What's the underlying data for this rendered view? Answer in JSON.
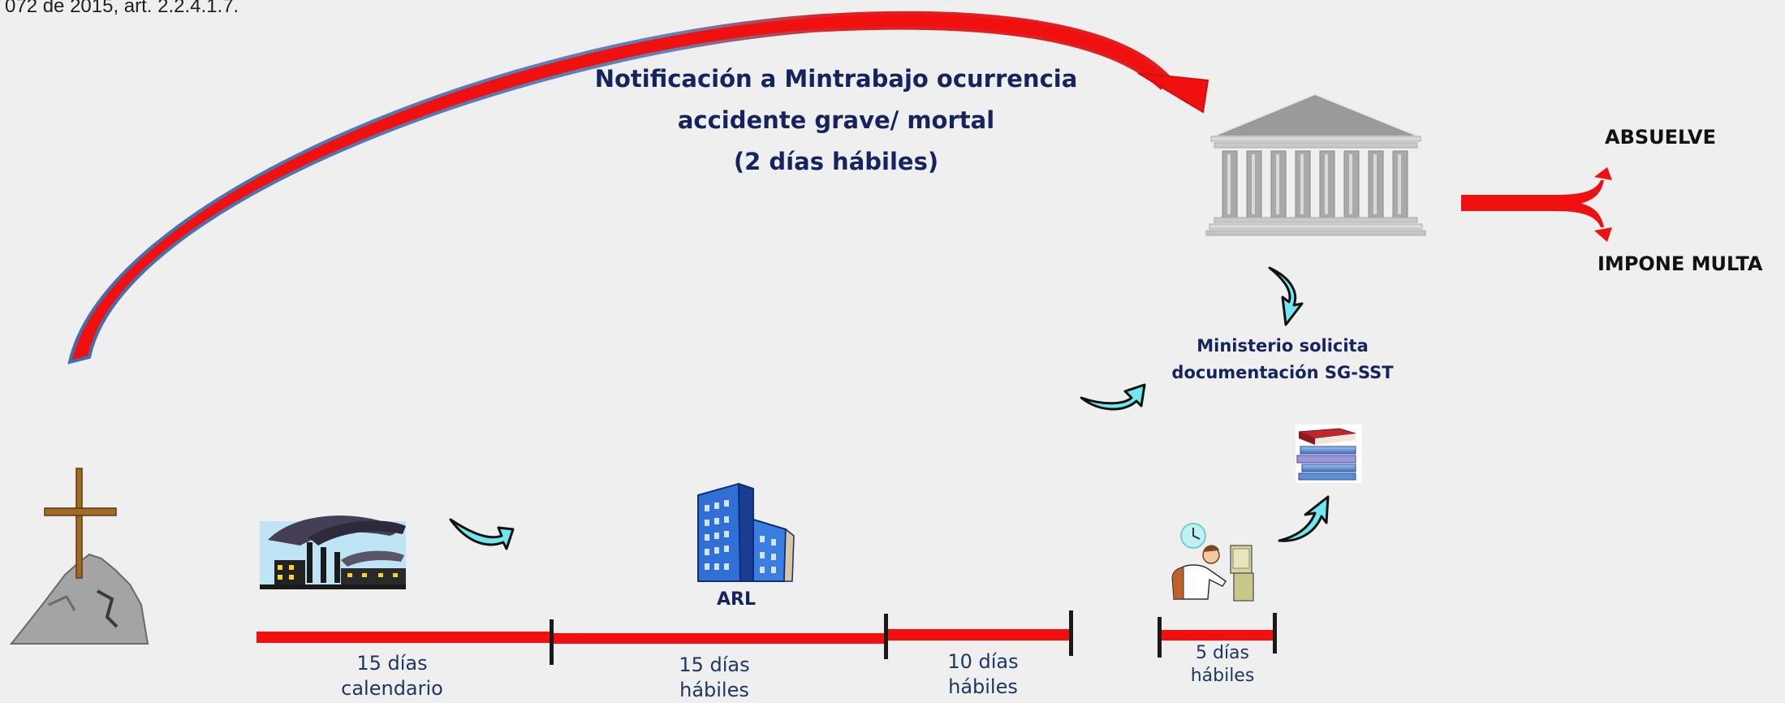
{
  "header": {
    "reference": "072 de 2015,  art. 2.2.4.1.7."
  },
  "notification": {
    "line1": "Notificación a Mintrabajo ocurrencia",
    "line2": "accidente grave/ mortal",
    "line3": "(2 días hábiles)"
  },
  "ministry": {
    "line1": "Ministerio solicita",
    "line2": "documentación SG-SST"
  },
  "outcomes": {
    "absolve": "ABSUELVE",
    "fine": "IMPONE MULTA"
  },
  "arl_label": "ARL",
  "timeline": [
    {
      "line1": "15 días",
      "line2": "calendario"
    },
    {
      "line1": "15 días",
      "line2": "hábiles"
    },
    {
      "line1": "10 días",
      "line2": "hábiles"
    },
    {
      "line1": "5 días",
      "line2": "hábiles"
    }
  ],
  "colors": {
    "red": "#f20f0f",
    "navy": "#15235e",
    "cyan": "#6fe8f2",
    "arc_blue": "#4b79b5"
  },
  "icons": [
    "cross-grave-icon",
    "factory-icon",
    "building-icon",
    "courthouse-icon",
    "worker-computer-icon",
    "books-icon"
  ]
}
